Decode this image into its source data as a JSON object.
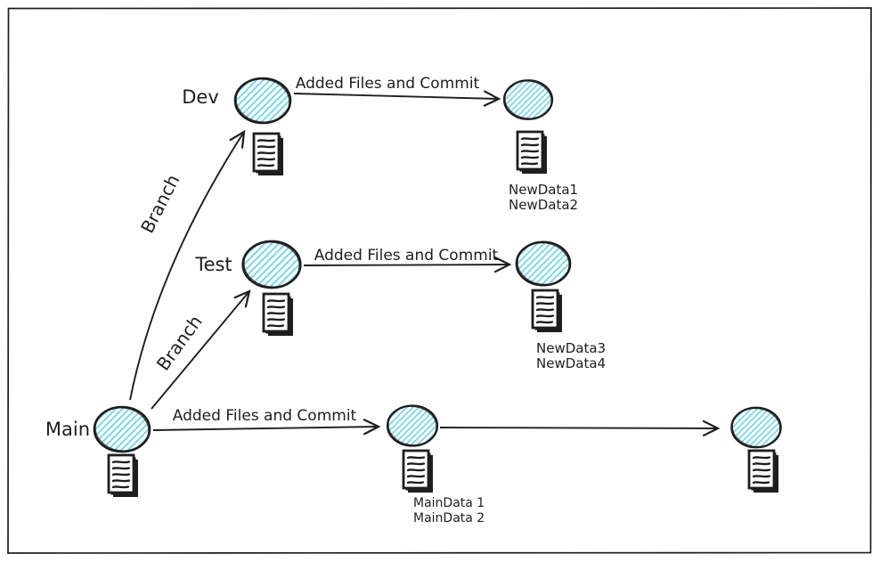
{
  "colors": {
    "stroke": "#1e1e1e",
    "node_hatch": "#7ed5e5",
    "blue_label": "#1971c2",
    "black_label": "#1e1e1e",
    "background": "#ffffff"
  },
  "branches": {
    "dev": {
      "name": "Dev",
      "branch_arrow_label": "Branch",
      "commit_arrow_label": "Added Files and Commit",
      "data_files": [
        "NewData1",
        "NewData2"
      ]
    },
    "test": {
      "name": "Test",
      "branch_arrow_label": "Branch",
      "commit_arrow_label": "Added Files and Commit",
      "data_files": [
        "NewData3",
        "NewData4"
      ]
    },
    "main": {
      "name": "Main",
      "commit_arrow_label": "Added Files and Commit",
      "data_files": [
        "MainData 1",
        "MainData 2"
      ]
    }
  }
}
